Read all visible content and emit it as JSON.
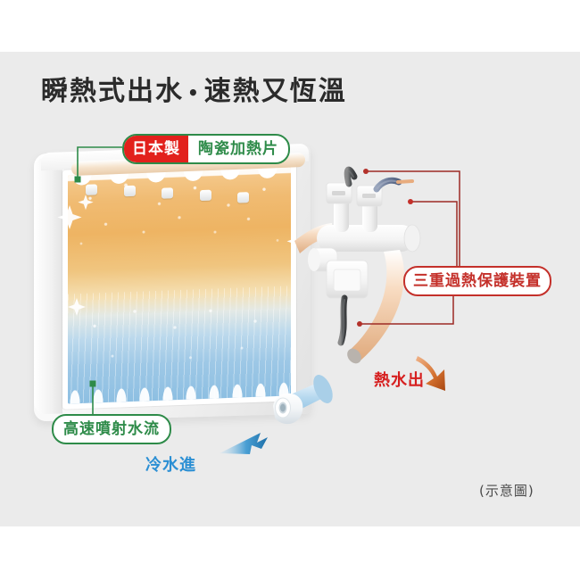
{
  "headline": {
    "part1": "瞬熱式出水",
    "separator": "•",
    "part2": "速熱又恆溫"
  },
  "labels": {
    "ceramic_badge": "日本製",
    "ceramic_text": "陶瓷加熱片",
    "jet_flow": "高速噴射水流",
    "triple_protection": "三重過熱保護裝置",
    "cold_water_in": "冷水進",
    "hot_water_out": "熱水出",
    "illustration_note": "(示意圖)"
  },
  "colors": {
    "background": "#ffffff",
    "panel": "#ebebeb",
    "headline": "#2b2b2b",
    "green_accent": "#2e8b49",
    "red_badge": "#e2211c",
    "red_accent": "#c4302a",
    "blue_accent": "#2b8fd4",
    "hot_red": "#d61f1f",
    "hot_gradient_top": "#eeb463",
    "cold_gradient_bottom": "#8dbfe2",
    "note_text": "#4a4a4a"
  },
  "icons": {
    "cold_arrow": "arrow-up-right",
    "hot_arrow": "arrow-down-right"
  }
}
